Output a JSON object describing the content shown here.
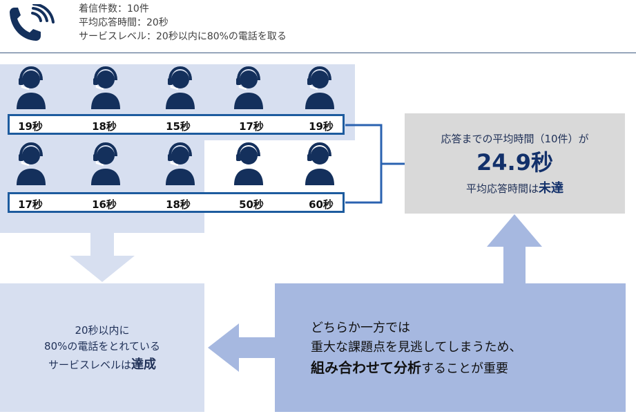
{
  "header": {
    "lines": [
      "着信件数：10件",
      "平均応答時間：20秒",
      "サービスレベル：20秒以内に80%の電話を取る"
    ],
    "icon": "phone-ringing-icon"
  },
  "calls": {
    "row1": [
      "19秒",
      "18秒",
      "15秒",
      "17秒",
      "19秒"
    ],
    "row2": [
      "17秒",
      "16秒",
      "18秒",
      "50秒",
      "60秒"
    ]
  },
  "average_box": {
    "line1": "応答までの平均時間（10件）が",
    "value": "24.9秒",
    "line3_prefix": "平均応答時間は",
    "line3_emphasis": "未達"
  },
  "service_level_box": {
    "line1": "20秒以内に",
    "line2": "80%の電話をとれている",
    "line3_prefix": "サービスレベルは",
    "line3_emphasis": "達成"
  },
  "conclusion_box": {
    "line1": "どちらか一方では",
    "line2": "重大な課題点を見逃してしまうため、",
    "line3_emphasis": "組み合わせて分析",
    "line3_suffix": "することが重要"
  },
  "colors": {
    "navy": "#1f3057",
    "agent": "#14305c",
    "light_blue": "#d7dff0",
    "mid_blue": "#a6b8e0",
    "arrow_light": "#d7dff0",
    "arrow_mid": "#a6b8e0",
    "grey": "#d9d9d9",
    "border_blue": "#1d5b9e"
  }
}
